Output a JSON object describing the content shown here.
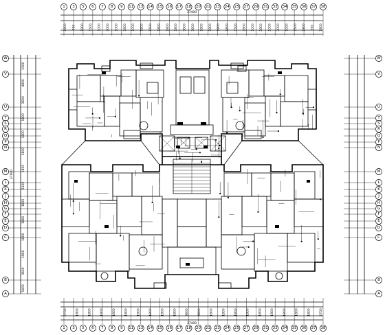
{
  "drawing": {
    "top_axes": [
      "1",
      "3",
      "5",
      "6",
      "7",
      "8",
      "9",
      "11",
      "13",
      "14",
      "15",
      "16",
      "17",
      "18",
      "20",
      "21",
      "23",
      "24",
      "25",
      "27",
      "29",
      "31",
      "33",
      "34",
      "35",
      "36",
      "37",
      "38"
    ],
    "top_dims": [
      "1800",
      "700",
      "1800",
      "1500",
      "1000",
      "3000",
      "1000",
      "1800",
      "1000",
      "1800",
      "1500",
      "1800",
      "1800",
      "1800",
      "3600",
      "3600",
      "1800",
      "1800",
      "1800",
      "1800",
      "1500",
      "1800",
      "1000",
      "1800",
      "1000",
      "3000",
      "1000",
      "1500",
      "1800",
      "700",
      "1800"
    ],
    "top_total": "37400",
    "bottom_axes": [
      "1",
      "3",
      "5",
      "6",
      "7",
      "8",
      "9",
      "11",
      "13",
      "14",
      "15",
      "16",
      "17",
      "18",
      "20",
      "21",
      "23",
      "24",
      "25",
      "27",
      "29",
      "31",
      "33",
      "34",
      "35",
      "36",
      "37",
      "38"
    ],
    "bottom_dims": [
      "2700",
      "1800",
      "1800",
      "1800",
      "1800",
      "1800",
      "1800",
      "1800",
      "1800",
      "1800",
      "3600",
      "3600",
      "1800",
      "1800",
      "1800",
      "1800",
      "1800",
      "1800",
      "1800",
      "1800",
      "1800",
      "2700"
    ],
    "bottom_total": "37400",
    "left_axes": [
      "W",
      "V",
      "U",
      "T",
      "S",
      "R",
      "Q",
      "P",
      "N",
      "M",
      "L",
      "K",
      "J",
      "H",
      "G",
      "F",
      "E",
      "D",
      "C",
      "B",
      "A"
    ],
    "right_axes": [
      "W",
      "V",
      "U",
      "T",
      "S",
      "R",
      "Q",
      "P",
      "N",
      "M",
      "L",
      "K",
      "J",
      "H",
      "G",
      "F",
      "E",
      "D",
      "C",
      "B",
      "A"
    ],
    "left_dims": [
      "1500",
      "4800",
      "3600",
      "1800",
      "1800",
      "1800",
      "1800",
      "5100",
      "1800",
      "1800",
      "1800",
      "1800",
      "3600",
      "5400"
    ],
    "side_total": "37900"
  }
}
